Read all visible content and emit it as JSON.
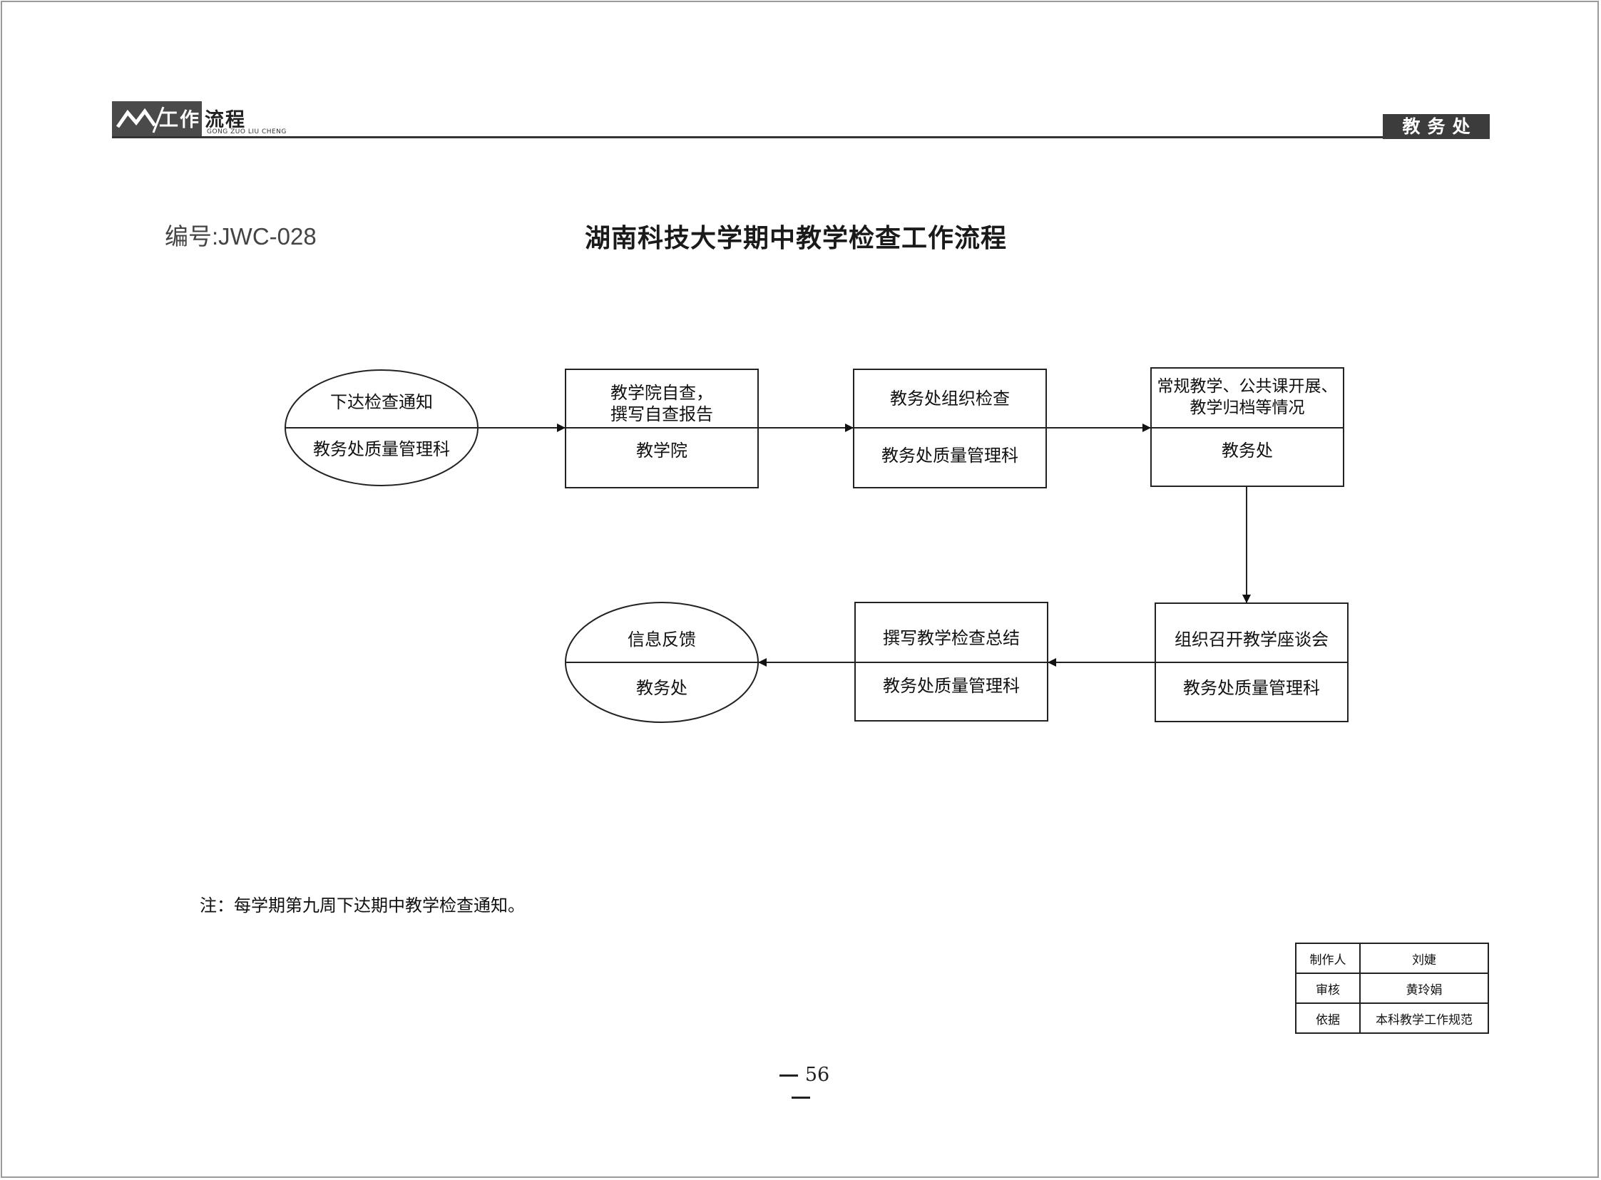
{
  "header": {
    "logo_main": "工作",
    "logo_accent": "流程",
    "logo_sub": "GONG ZUO LIU CHENG",
    "department": "教务处"
  },
  "document": {
    "code": "编号:JWC-028",
    "title": "湖南科技大学期中教学检查工作流程"
  },
  "flow": {
    "nodes": [
      {
        "id": "n1",
        "shape": "ellipse",
        "action": "下达检查通知",
        "owner": "教务处质量管理科"
      },
      {
        "id": "n2",
        "shape": "rect",
        "action": "教学院自查，\n撰写自查报告",
        "owner": "教学院"
      },
      {
        "id": "n3",
        "shape": "rect",
        "action": "教务处组织检查",
        "owner": "教务处质量管理科"
      },
      {
        "id": "n4",
        "shape": "rect",
        "action": "常规教学、公共课开展、\n教学归档等情况",
        "owner": "教务处"
      },
      {
        "id": "n5",
        "shape": "rect",
        "action": "组织召开教学座谈会",
        "owner": "教务处质量管理科"
      },
      {
        "id": "n6",
        "shape": "rect",
        "action": "撰写教学检查总结",
        "owner": "教务处质量管理科"
      },
      {
        "id": "n7",
        "shape": "ellipse",
        "action": "信息反馈",
        "owner": "教务处"
      }
    ],
    "edges": [
      [
        "n1",
        "n2"
      ],
      [
        "n2",
        "n3"
      ],
      [
        "n3",
        "n4"
      ],
      [
        "n4",
        "n5"
      ],
      [
        "n5",
        "n6"
      ],
      [
        "n6",
        "n7"
      ]
    ]
  },
  "note": "注：每学期第九周下达期中教学检查通知。",
  "signoff": {
    "rows": [
      {
        "label": "制作人",
        "value": "刘婕"
      },
      {
        "label": "审核",
        "value": "黄玲娟"
      },
      {
        "label": "依据",
        "value": "本科教学工作规范"
      }
    ]
  },
  "page_number": "56"
}
